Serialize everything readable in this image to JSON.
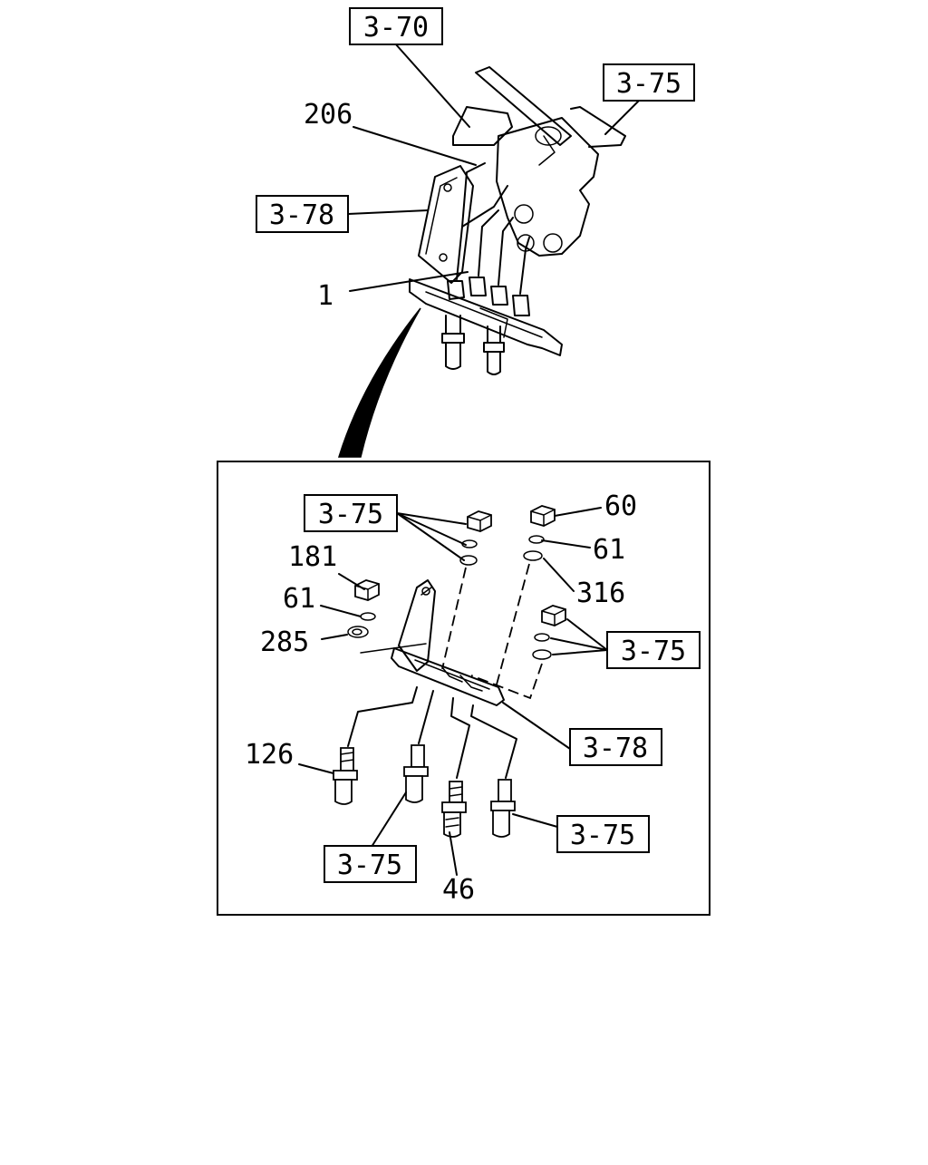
{
  "references": {
    "r370": "3-70",
    "r375_top": "3-75",
    "r378_top": "3-78",
    "r375_a": "3-75",
    "r375_b": "3-75",
    "r378_b": "3-78",
    "r375_c": "3-75",
    "r375_d": "3-75"
  },
  "callouts": {
    "c206": "206",
    "c1": "1",
    "c60": "60",
    "c61_right": "61",
    "c316": "316",
    "c181": "181",
    "c61_left": "61",
    "c285": "285",
    "c126": "126",
    "c46": "46"
  }
}
